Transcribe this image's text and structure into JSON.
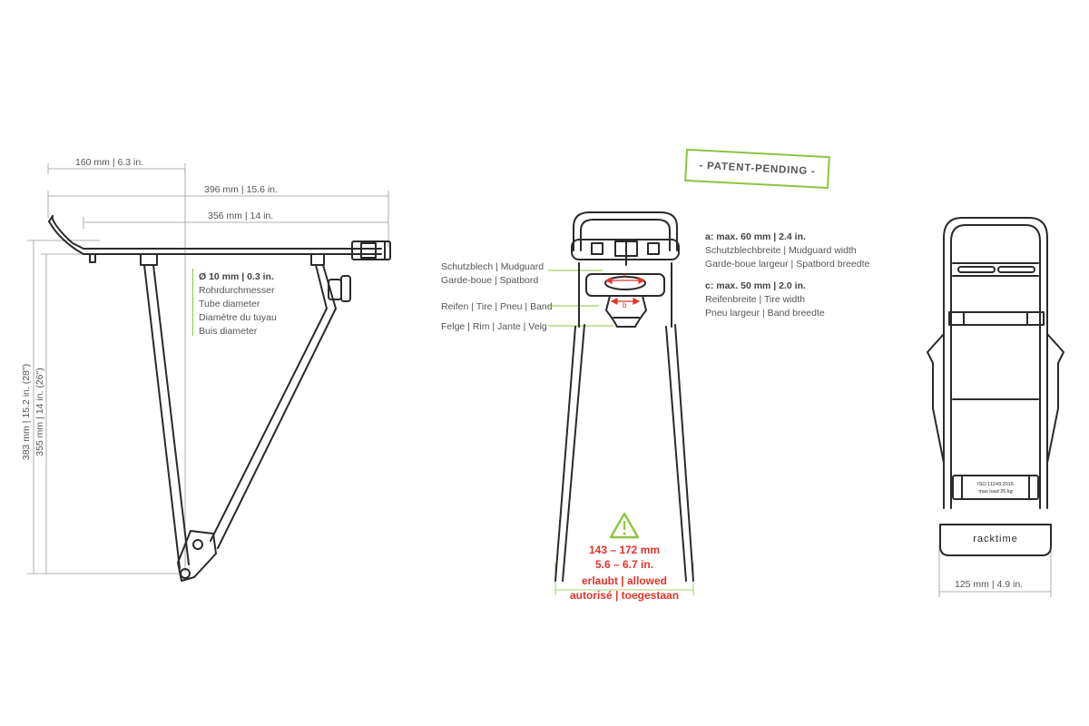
{
  "side_view": {
    "dim_160": "160 mm  |  6.3 in.",
    "dim_396": "396 mm  |  15.6 in.",
    "dim_356": "356 mm  |  14 in.",
    "dim_383": "383 mm  |  15.2 in. (28\")",
    "dim_355": "355 mm  |  14 in. (26\")",
    "tube_title": "Ø 10 mm | 0.3 in.",
    "tube_lines": [
      "Rohrdurchmesser",
      "Tube diameter",
      "Diamètre du tuyau",
      "Buis diameter"
    ]
  },
  "badge": {
    "text": "- PATENT-PENDING -",
    "color": "#8cc63f"
  },
  "rear_view": {
    "labels": {
      "mudguard": [
        "Schutzblech | Mudguard",
        "Garde-boue | Spatbord"
      ],
      "tire": "Reifen | Tire | Pneu | Band",
      "rim": "Felge | Rim | Jante | Velg"
    },
    "marker_a": "a",
    "marker_b": "b",
    "width_range": [
      "143 – 172 mm",
      "5.6 – 6.7 in."
    ],
    "allowed": [
      "erlaubt | allowed",
      "autorisé | toegestaan"
    ],
    "warning_icon": "warning-triangle-icon"
  },
  "spec": {
    "a_title": "a: max. 60 mm | 2.4 in.",
    "a_lines": [
      "Schutzblechbreite | Mudguard width",
      "Garde-boue largeur | Spatbord breedte"
    ],
    "c_title": "c: max. 50 mm | 2.0 in.",
    "c_lines": [
      "Reifenbreite | Tire width",
      "Pneu largeur | Band breedte"
    ]
  },
  "top_view": {
    "brand": "racktime",
    "plate_line1": "ISO 11243:2016",
    "plate_line2": "max load 25 kg",
    "dim_125": "125 mm  |  4.9 in."
  },
  "colors": {
    "accent_green": "#8cc63f",
    "accent_red": "#e53329",
    "line": "#2a2a2a",
    "dim_line": "#999999"
  }
}
